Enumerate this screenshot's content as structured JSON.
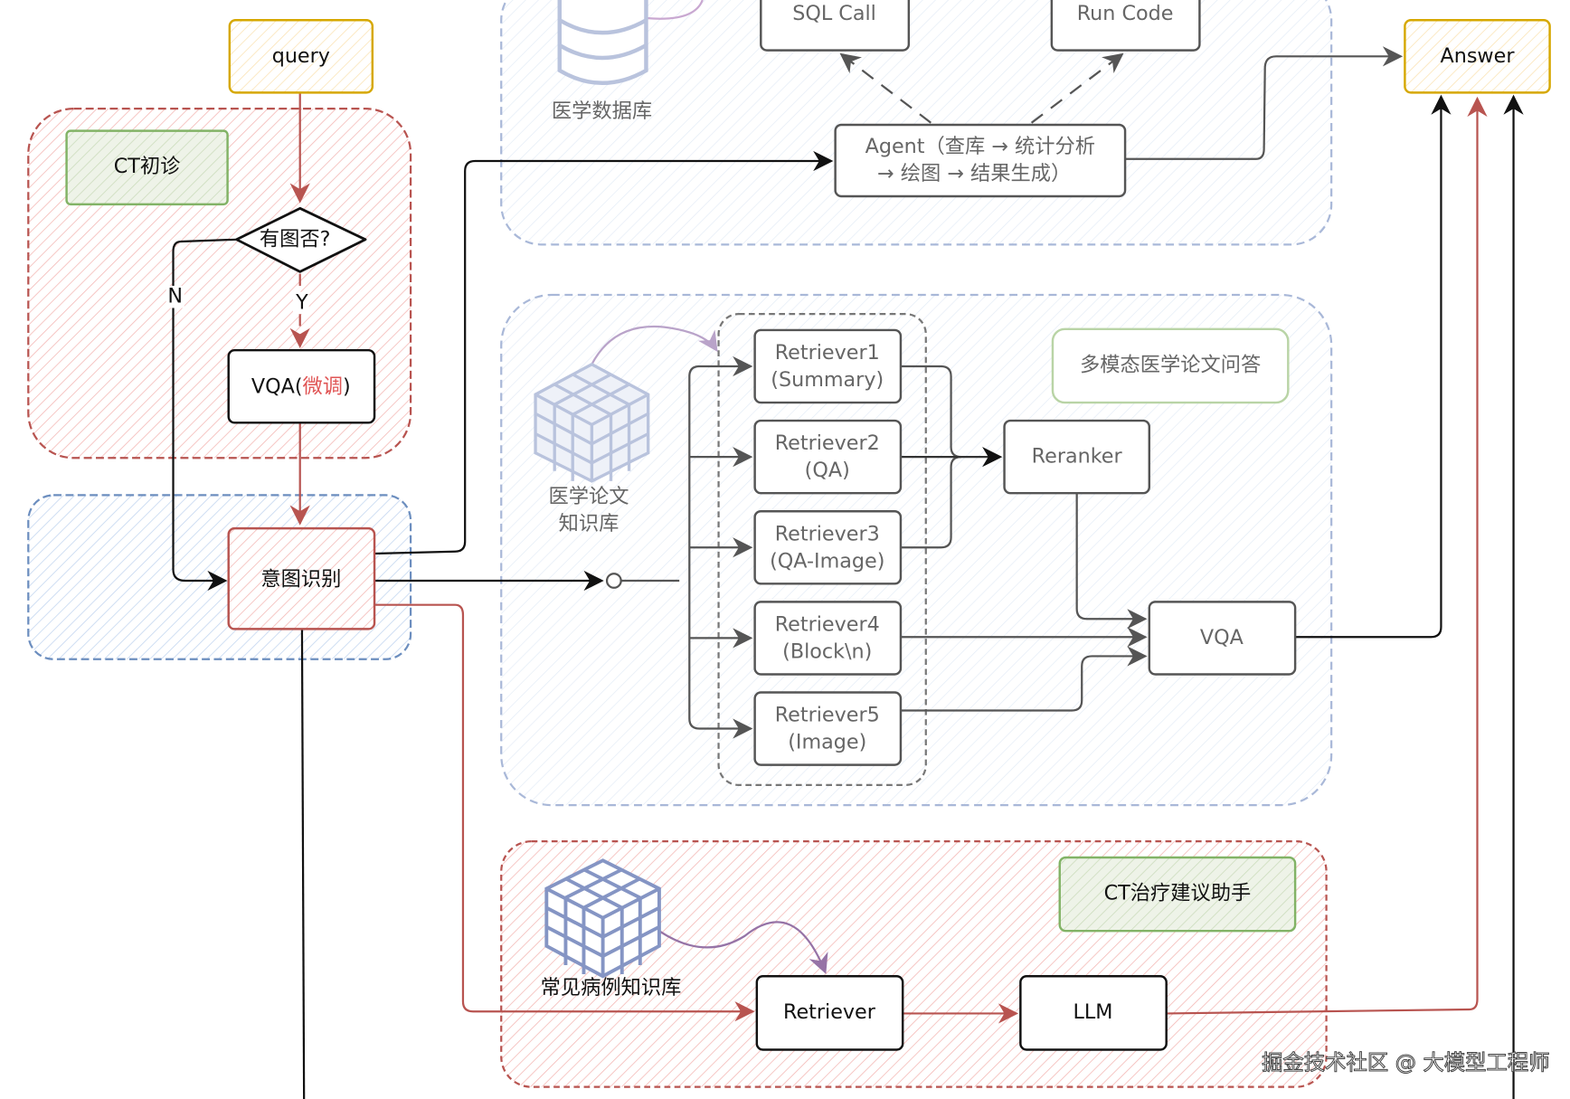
{
  "colors": {
    "red": "#b85450",
    "red_fill": "#f8cecc",
    "yellow": "#d6a800",
    "yellow_fill": "#fff2cc",
    "green": "#82b366",
    "green_fill": "#d5e8d4",
    "blue": "#6c8ebf",
    "blue_fill": "#dae8fc",
    "light_blue": "#a9b8d8",
    "purple": "#9673a6",
    "gray": "#555555"
  },
  "nodes": {
    "query": "query",
    "ct_initial": "CT初诊",
    "has_image": "有图否?",
    "yes_label": "Y",
    "no_label": "N",
    "vqa_finetune_prefix": "VQA(",
    "vqa_finetune_red": "微调",
    "vqa_finetune_suffix": ")",
    "intent": "意图识别",
    "answer": "Answer"
  },
  "db_group": {
    "db_label": "医学数据库",
    "sql_call": "SQL Call",
    "run_code": "Run Code",
    "agent_line1": "Agent（查库 → 统计分析",
    "agent_line2": "→ 绘图 → 结果生成）"
  },
  "paper_group": {
    "title": "多模态医学论文问答",
    "kb_label_line1": "医学论文",
    "kb_label_line2": "知识库",
    "retrievers": [
      {
        "line1": "Retriever1",
        "line2": "(Summary)"
      },
      {
        "line1": "Retriever2",
        "line2": "(QA)"
      },
      {
        "line1": "Retriever3",
        "line2": "(QA-Image)"
      },
      {
        "line1": "Retriever4",
        "line2": "(Block\\n)"
      },
      {
        "line1": "Retriever5",
        "line2": "(Image)"
      }
    ],
    "reranker": "Reranker",
    "vqa": "VQA"
  },
  "treatment_group": {
    "title": "CT治疗建议助手",
    "kb_label": "常见病例知识库",
    "retriever": "Retriever",
    "llm": "LLM"
  },
  "watermark": "掘金技术社区 @ 大模型工程师"
}
